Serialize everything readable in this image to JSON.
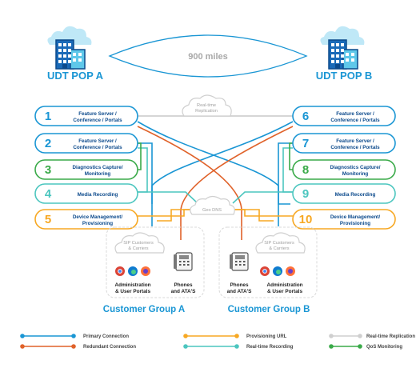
{
  "pops": {
    "a": {
      "label": "UDT POP A"
    },
    "b": {
      "label": "UDT POP B"
    },
    "distance": "900 miles"
  },
  "replication_cloud": {
    "line1": "Real-time",
    "line2": "Replication"
  },
  "dns_cloud": {
    "label": "Geo DNS"
  },
  "sip_cloud": {
    "line1": "SIP Customers",
    "line2": "& Carriers"
  },
  "left_servers": [
    {
      "num": "1",
      "line1": "Feature Server /",
      "line2": "Conference / Portals",
      "color": "#1a96d4"
    },
    {
      "num": "2",
      "line1": "Feature Server /",
      "line2": "Conference / Portals",
      "color": "#1a96d4"
    },
    {
      "num": "3",
      "line1": "Diagnostics Capture/",
      "line2": "Monitoring",
      "color": "#3aaa49"
    },
    {
      "num": "4",
      "line1": "Media Recording",
      "line2": "",
      "color": "#4cc6bf"
    },
    {
      "num": "5",
      "line1": "Device Management/",
      "line2": "Provisioning",
      "color": "#f7a823"
    }
  ],
  "right_servers": [
    {
      "num": "6",
      "line1": "Feature Server /",
      "line2": "Conference / Portals",
      "color": "#1a96d4"
    },
    {
      "num": "7",
      "line1": "Feature Server /",
      "line2": "Conference / Portals",
      "color": "#1a96d4"
    },
    {
      "num": "8",
      "line1": "Diagnostics Capture/",
      "line2": "Monitoring",
      "color": "#3aaa49"
    },
    {
      "num": "9",
      "line1": "Media Recording",
      "line2": "",
      "color": "#4cc6bf"
    },
    {
      "num": "10",
      "line1": "Device Management/",
      "line2": "Provisioning",
      "color": "#f7a823"
    }
  ],
  "customer_groups": {
    "a": {
      "label": "Customer Group A",
      "admin_line1": "Administration",
      "admin_line2": "& User Portals",
      "phones_line1": "Phones",
      "phones_line2": "and ATA'S"
    },
    "b": {
      "label": "Customer Group B",
      "admin_line1": "Administration",
      "admin_line2": "& User Portals",
      "phones_line1": "Phones",
      "phones_line2": "and ATA'S"
    }
  },
  "legend": [
    {
      "label": "Primary Connection",
      "color": "#1a96d4"
    },
    {
      "label": "Provisioning URL",
      "color": "#f7a823"
    },
    {
      "label": "Real-time Replication",
      "color": "#cfcfcf"
    },
    {
      "label": "Redundant Connection",
      "color": "#e0622a"
    },
    {
      "label": "Real-time Recording",
      "color": "#4cc6bf"
    },
    {
      "label": "QoS Monitoring",
      "color": "#3aaa49"
    }
  ],
  "colors": {
    "navy": "#0c4a8c",
    "primary": "#1a96d4",
    "redundant": "#e0622a",
    "provisioning": "#f7a823",
    "recording": "#4cc6bf",
    "qos": "#3aaa49",
    "replication": "#cfcfcf"
  },
  "icons": [
    "building-icon",
    "cloud-icon",
    "browser-icons",
    "desk-phone-icon"
  ]
}
